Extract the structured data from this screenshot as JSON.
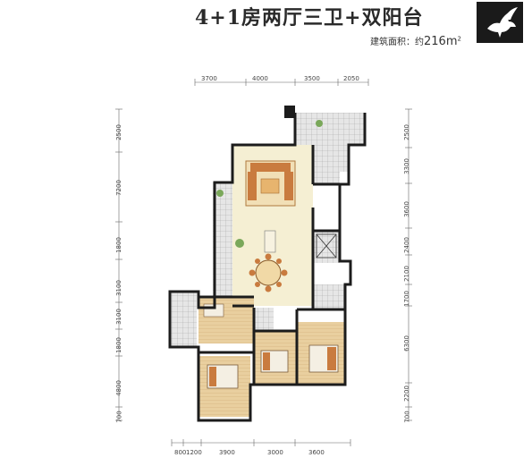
{
  "title": "4+1房两厅三卫+双阳台",
  "area": {
    "label": "建筑面积：约",
    "value": "216m",
    "unit_sup": "2"
  },
  "dimensions": {
    "top": [
      "3700",
      "4000",
      "3500",
      "2050"
    ],
    "bottom": [
      "800",
      "1200",
      "3900",
      "3000",
      "3600"
    ],
    "left": [
      "2500",
      "7200",
      "1800",
      "3100",
      "3100",
      "1800",
      "4800",
      "700"
    ],
    "right": [
      "2500",
      "3300",
      "3600",
      "2400",
      "2100",
      "1700",
      "6300",
      "2200",
      "700"
    ]
  },
  "colors": {
    "wall": "#1c1c1c",
    "floor_light": "#f4eed2",
    "floor_wood": "#e8cc9a",
    "balcony_tile": "#d9d9d9",
    "sofa": "#c97b3f"
  },
  "icons": {
    "logo": "pegasus-logo-icon"
  }
}
